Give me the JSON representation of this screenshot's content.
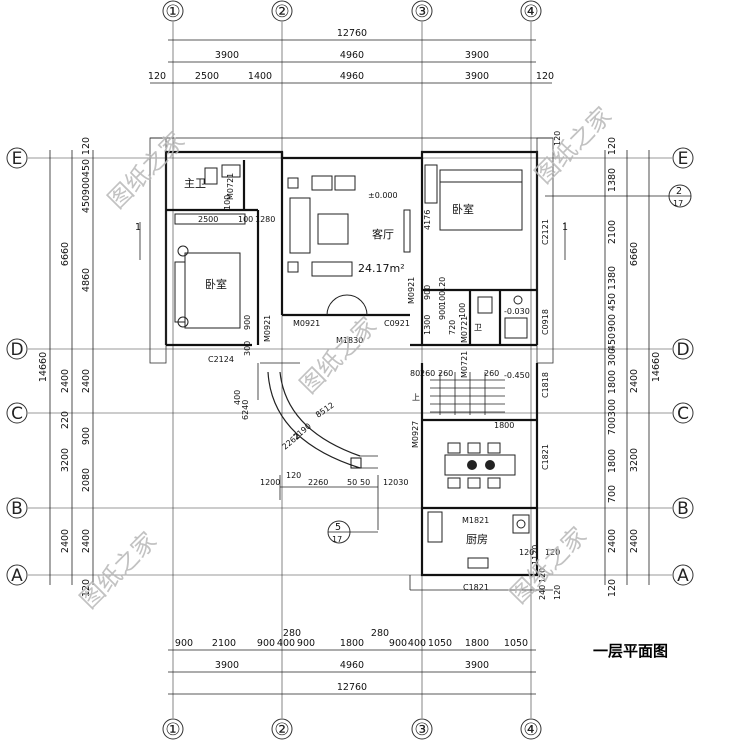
{
  "title": "一层平面图",
  "watermark": "图纸之家",
  "area_label": "24.17m²",
  "elevation_labels": [
    "±0.000",
    "-0.030",
    "-0.450"
  ],
  "axes": {
    "vertical": [
      "①",
      "②",
      "③",
      "④"
    ],
    "horizontal": [
      "E",
      "D",
      "C",
      "B",
      "A"
    ]
  },
  "rooms": {
    "living": "客厅",
    "bedroom_right": "卧室",
    "bedroom_left": "卧室",
    "master_label": "主卫",
    "kitchen": "厨房",
    "toilet": "卫",
    "stair_up": "上"
  },
  "openings": [
    "M0721",
    "M0921",
    "C0921",
    "M0921",
    "M1830",
    "C2124",
    "M0921",
    "C2121",
    "C0918",
    "M0721",
    "M0721",
    "C1818",
    "M0927",
    "C1821",
    "M1821",
    "C1821"
  ],
  "top_dims": {
    "total": "12760",
    "row2": [
      "3900",
      "4960",
      "3900"
    ],
    "row3": [
      "120",
      "2500",
      "1400",
      "4960",
      "3900",
      "120"
    ]
  },
  "bottom_dims": {
    "row1": [
      "900",
      "2100",
      "900",
      "400",
      "900",
      "1800",
      "900",
      "400",
      "1050",
      "1800",
      "1050"
    ],
    "small": [
      "280",
      "280"
    ],
    "row2": [
      "3900",
      "4960",
      "3900"
    ],
    "total": "12760"
  },
  "left_dims": {
    "outer": "14660",
    "mid": [
      "6660",
      "2400",
      "3200",
      "2400"
    ],
    "inner": [
      "120",
      "450",
      "900",
      "450",
      "4860",
      "2400",
      "900",
      "2080",
      "2400",
      "120",
      "220"
    ]
  },
  "right_dims": {
    "outer": "14660",
    "mid": [
      "6660",
      "2400",
      "3200",
      "2400"
    ],
    "inner": [
      "120",
      "1380",
      "2100",
      "1380",
      "450",
      "900",
      "450",
      "300",
      "1800",
      "300",
      "700",
      "1800",
      "700",
      "2400",
      "120"
    ]
  },
  "interior_dims": [
    "2500",
    "100",
    "1280",
    "4176",
    "900",
    "120",
    "100",
    "900",
    "1300",
    "720",
    "100",
    "900",
    "300",
    "260",
    "260",
    "260",
    "80",
    "400",
    "6240",
    "8512",
    "2262",
    "2190",
    "1800",
    "120",
    "2260",
    "1200",
    "12030",
    "50",
    "50",
    "100",
    "120",
    "120"
  ],
  "section_marks": [
    "1",
    "1"
  ],
  "detail_refs": [
    {
      "num": "2",
      "sheet": "17"
    },
    {
      "num": "5",
      "sheet": "17"
    }
  ],
  "misc_numbers": [
    "120",
    "240",
    "120",
    "1120",
    "120"
  ]
}
